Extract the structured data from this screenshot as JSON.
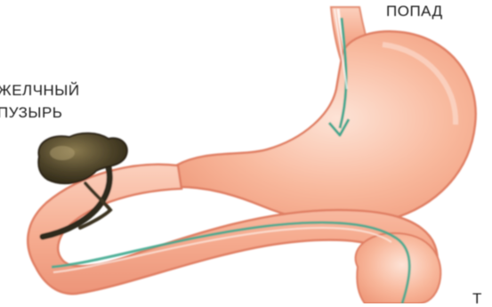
{
  "labels": {
    "top_right": "ПОПАД",
    "gallbladder_line1": "ЖЕЛЧНЫЙ",
    "gallbladder_line2": "ПУЗЫРЬ",
    "bottom_right": "Т"
  },
  "colors": {
    "stomach_fill": "#f5a98a",
    "stomach_light": "#fbd3bf",
    "stomach_outline": "#e07f64",
    "duct_dark": "#2f2a1c",
    "gallbladder": "#4a4027",
    "flow_arrow": "#3fa88f",
    "text": "#1b1b1b"
  }
}
